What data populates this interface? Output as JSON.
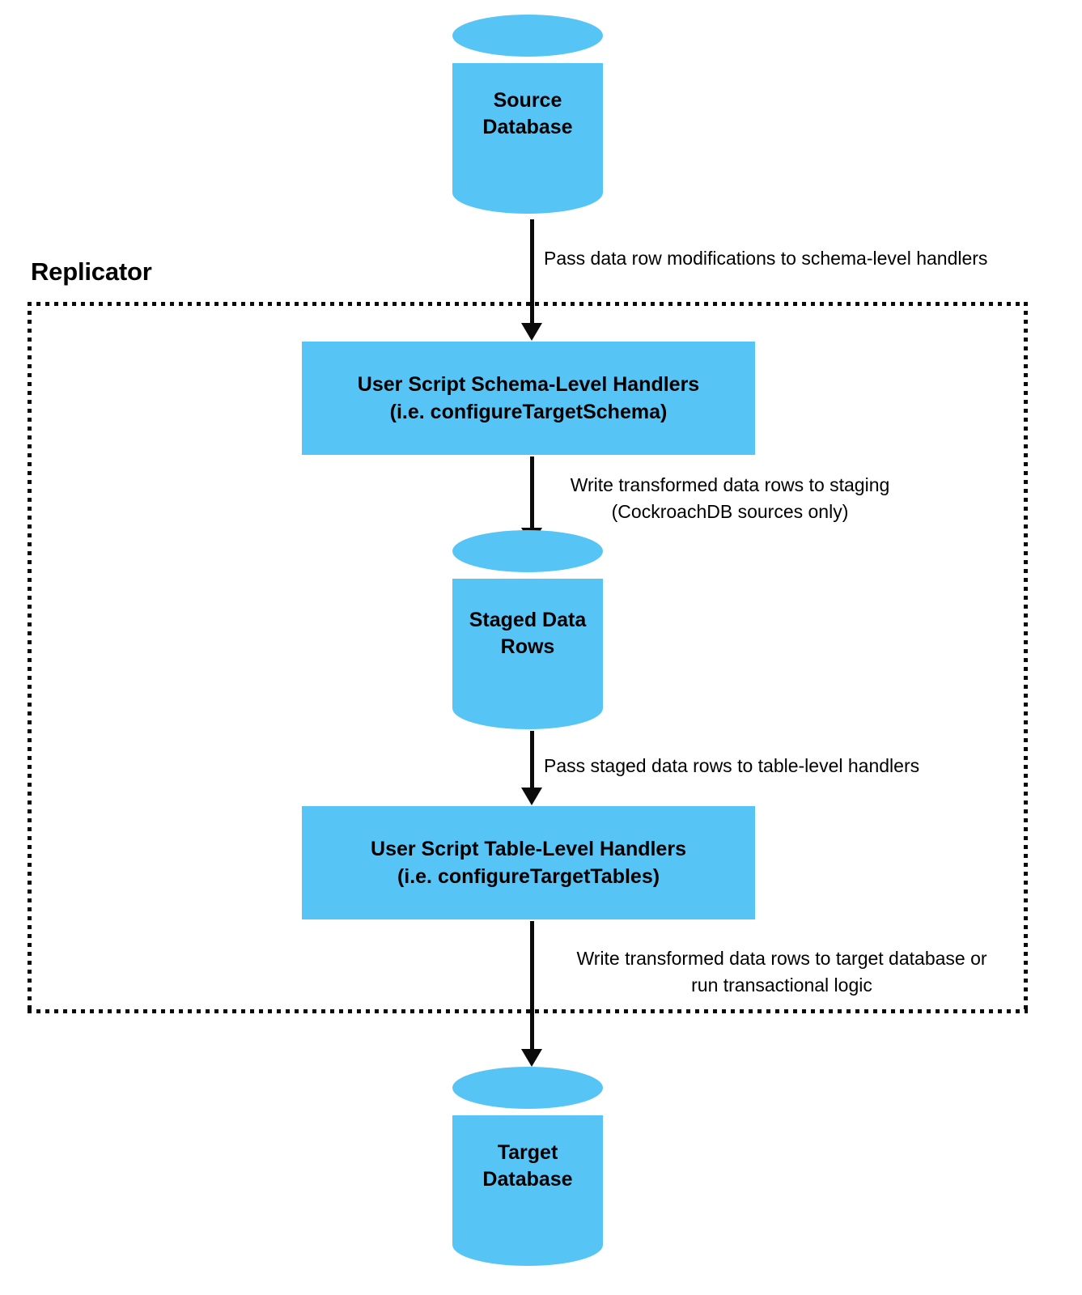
{
  "diagram": {
    "title": "Replicator user script data flow",
    "accent_color": "#57c4f6",
    "line_color": "#0b0b0b",
    "background_color": "#ffffff"
  },
  "boundary": {
    "label": "Replicator",
    "style": "dotted"
  },
  "nodes": {
    "source_database": {
      "label": "Source\nDatabase",
      "shape": "cylinder"
    },
    "schema_handlers": {
      "label": "User Script Schema-Level Handlers\n(i.e. configureTargetSchema)",
      "shape": "rectangle"
    },
    "staged_rows": {
      "label": "Staged Data\nRows",
      "shape": "cylinder"
    },
    "table_handlers": {
      "label": "User Script Table-Level Handlers\n(i.e. configureTargetTables)",
      "shape": "rectangle"
    },
    "target_database": {
      "label": "Target\nDatabase",
      "shape": "cylinder"
    }
  },
  "edges": {
    "source_to_schema": {
      "label": "Pass data row modifications to schema-level handlers"
    },
    "schema_to_staged": {
      "label": "Write transformed data rows to staging\n(CockroachDB sources only)"
    },
    "staged_to_table": {
      "label": "Pass staged data rows to table-level handlers"
    },
    "table_to_target": {
      "label": "Write transformed data rows to target database or\nrun transactional logic"
    }
  }
}
